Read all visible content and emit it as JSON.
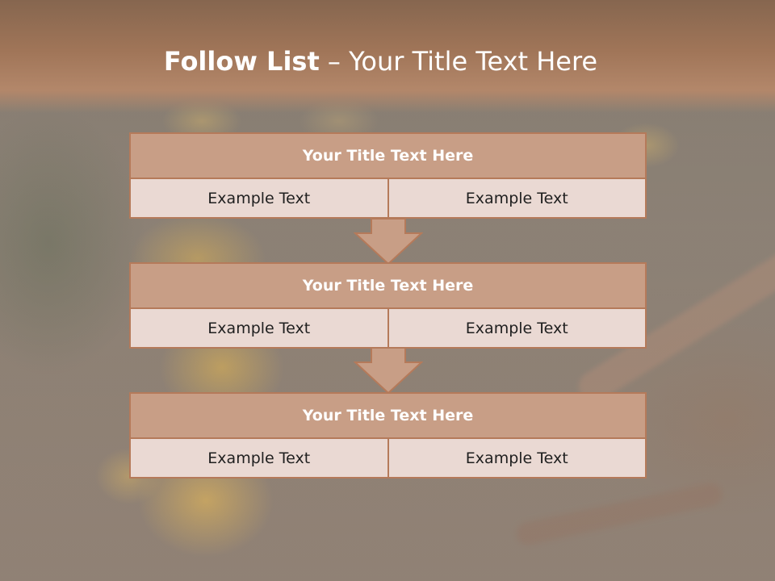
{
  "slide": {
    "title_bold": "Follow List",
    "title_rest": " – Your Title Text Here"
  },
  "colors": {
    "header": "#a07558",
    "box_title_fill": "#c89e86",
    "box_cell_fill": "#ead9d3",
    "border": "#b57a5a",
    "title_text": "#ffffff"
  },
  "steps": [
    {
      "title": "Your Title Text Here",
      "left": "Example Text",
      "right": "Example Text"
    },
    {
      "title": "Your Title Text Here",
      "left": "Example Text",
      "right": "Example Text"
    },
    {
      "title": "Your Title Text Here",
      "left": "Example Text",
      "right": "Example Text"
    }
  ],
  "arrows": [
    "down-arrow",
    "down-arrow"
  ]
}
